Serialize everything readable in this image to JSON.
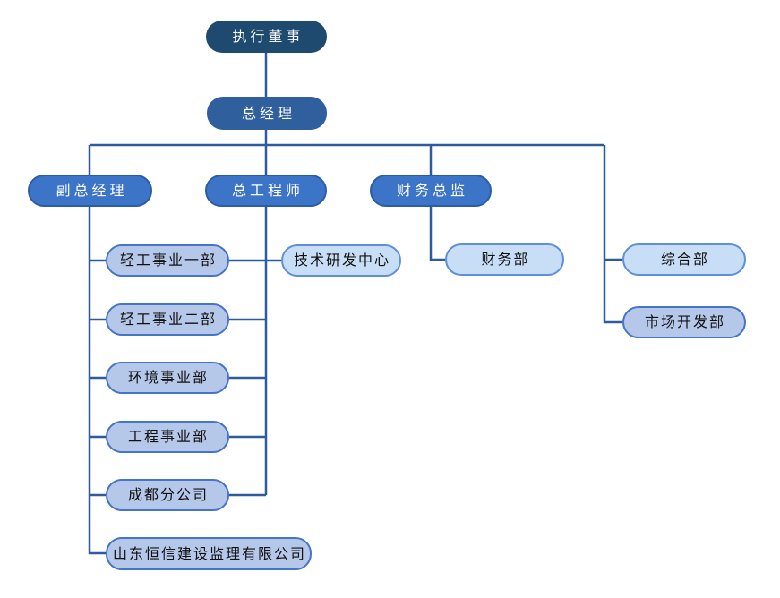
{
  "diagram": {
    "type": "org-chart",
    "nodes": [
      {
        "id": "executive-director",
        "label": "执行董事",
        "level": 1,
        "style": "dark"
      },
      {
        "id": "general-manager",
        "label": "总经理",
        "level": 2,
        "style": "medium"
      },
      {
        "id": "deputy-general-manager",
        "label": "副总经理",
        "level": 3,
        "style": "bright"
      },
      {
        "id": "chief-engineer",
        "label": "总工程师",
        "level": 3,
        "style": "bright"
      },
      {
        "id": "finance-director",
        "label": "财务总监",
        "level": 3,
        "style": "bright"
      },
      {
        "id": "light-industry-div-1",
        "label": "轻工事业一部",
        "level": 4,
        "style": "lavender"
      },
      {
        "id": "light-industry-div-2",
        "label": "轻工事业二部",
        "level": 4,
        "style": "lavender"
      },
      {
        "id": "environment-div",
        "label": "环境事业部",
        "level": 4,
        "style": "lavender"
      },
      {
        "id": "engineering-div",
        "label": "工程事业部",
        "level": 4,
        "style": "lavender"
      },
      {
        "id": "chengdu-branch",
        "label": "成都分公司",
        "level": 4,
        "style": "lavender"
      },
      {
        "id": "shandong-hengxin",
        "label": "山东恒信建设监理有限公司",
        "level": 4,
        "style": "lavender"
      },
      {
        "id": "tech-rd-center",
        "label": "技术研发中心",
        "level": 4,
        "style": "light"
      },
      {
        "id": "finance-dept",
        "label": "财务部",
        "level": 4,
        "style": "light"
      },
      {
        "id": "general-affairs-dept",
        "label": "综合部",
        "level": 4,
        "style": "light"
      },
      {
        "id": "market-dev-dept",
        "label": "市场开发部",
        "level": 4,
        "style": "lavender"
      }
    ],
    "edges": [
      {
        "from": "executive-director",
        "to": "general-manager"
      },
      {
        "from": "general-manager",
        "to": "deputy-general-manager"
      },
      {
        "from": "general-manager",
        "to": "chief-engineer"
      },
      {
        "from": "general-manager",
        "to": "finance-director"
      },
      {
        "from": "general-manager",
        "to": "general-affairs-dept"
      },
      {
        "from": "general-manager",
        "to": "market-dev-dept"
      },
      {
        "from": "deputy-general-manager",
        "to": "light-industry-div-1"
      },
      {
        "from": "deputy-general-manager",
        "to": "light-industry-div-2"
      },
      {
        "from": "deputy-general-manager",
        "to": "environment-div"
      },
      {
        "from": "deputy-general-manager",
        "to": "engineering-div"
      },
      {
        "from": "deputy-general-manager",
        "to": "chengdu-branch"
      },
      {
        "from": "deputy-general-manager",
        "to": "shandong-hengxin"
      },
      {
        "from": "chief-engineer",
        "to": "tech-rd-center"
      },
      {
        "from": "chief-engineer",
        "to": "light-industry-div-1"
      },
      {
        "from": "chief-engineer",
        "to": "light-industry-div-2"
      },
      {
        "from": "chief-engineer",
        "to": "environment-div"
      },
      {
        "from": "chief-engineer",
        "to": "engineering-div"
      },
      {
        "from": "chief-engineer",
        "to": "chengdu-branch"
      },
      {
        "from": "finance-director",
        "to": "finance-dept"
      }
    ],
    "colors": {
      "background": "#ffffff",
      "line": "#2E5B9E",
      "level1-fill": "#1F4A70",
      "level2-fill": "#305F9E",
      "level3-fill": "#3C74C8",
      "level3-border": "#2B5CA8",
      "lavender-fill": "#B5C8E9",
      "lavender-border": "#4674C6",
      "light-fill": "#C8DEF6",
      "light-border": "#5E8FD9",
      "text-light": "#ffffff",
      "text-dark": "#111111"
    }
  }
}
